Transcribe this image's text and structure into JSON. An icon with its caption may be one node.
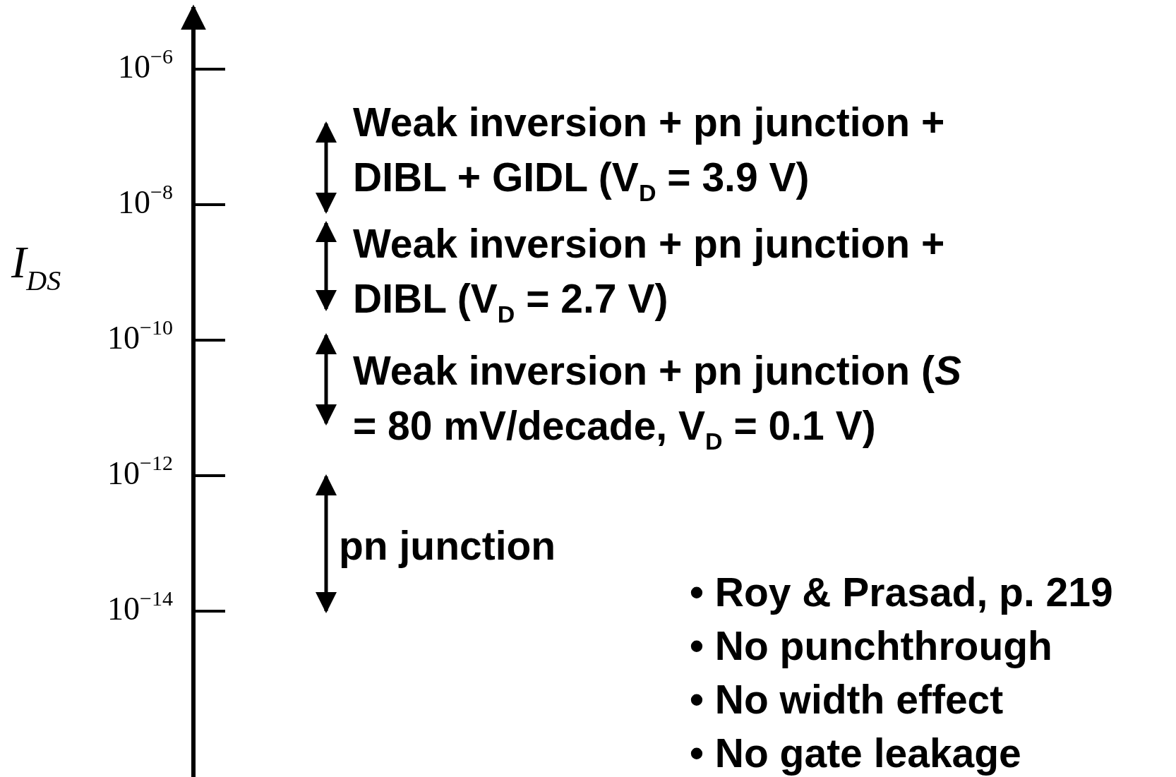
{
  "diagram": {
    "labels": [
      "10$^{−6}$",
      "Weak inversion + pn junction + DIBL + GIDL (V$_{D}$ = 3.9 V)",
      "10$^{−8}$",
      "I$_{DS}$",
      "Weak inversion + pn junction + DIBL (V$_{D}$ = 2.7 V)",
      "10$^{−10}$",
      "Weak inversion + pn junction (*S* = 80 mV/decade, V$_{D}$ = 0.1 V)",
      "10$^{−12}$",
      "pn junction",
      "10$^{−14}$",
      "• Roy & Prasad, p. 219",
      "• No punchthrough",
      "• No width effect",
      "• No gate leakage"
    ]
  }
}
